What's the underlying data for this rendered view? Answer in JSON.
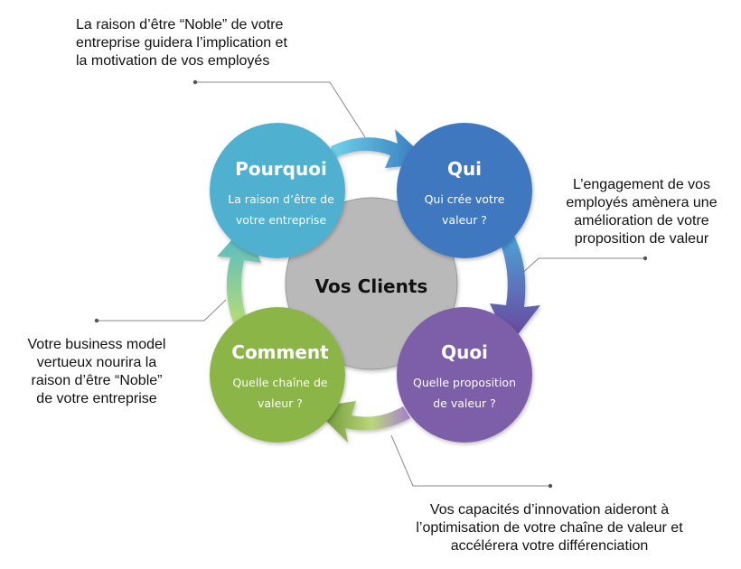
{
  "center": {
    "label": "Vos Clients",
    "color": "#b9b9b9"
  },
  "nodes": {
    "pourquoi": {
      "title": "Pourquoi",
      "line1": "La raison d’être de",
      "line2": "votre entreprise",
      "color": "#4fb0cf"
    },
    "qui": {
      "title": "Qui",
      "line1": "Qui crée votre",
      "line2": "valeur ?",
      "color": "#3f78c0"
    },
    "quoi": {
      "title": "Quoi",
      "line1": "Quelle proposition",
      "line2": "de valeur ?",
      "color": "#7b5ea8"
    },
    "comment": {
      "title": "Comment",
      "line1": "Quelle chaîne de",
      "line2": "valeur ?",
      "color": "#8bb546"
    }
  },
  "annotations": {
    "top": [
      "La raison d’être “Noble” de votre",
      "entreprise guidera l’implication et",
      "la motivation de vos employés"
    ],
    "right": [
      "L’engagement de vos",
      "employés amènera une",
      "amélioration de votre",
      "proposition de valeur"
    ],
    "left": [
      "Votre business model",
      "vertueux nourira la",
      "raison d’être “Noble”",
      "de votre entreprise"
    ],
    "bottom": [
      "Vos capacités d’innovation aideront à",
      "l’optimisation de votre chaîne de valeur et",
      "accélérera votre différenciation"
    ]
  }
}
